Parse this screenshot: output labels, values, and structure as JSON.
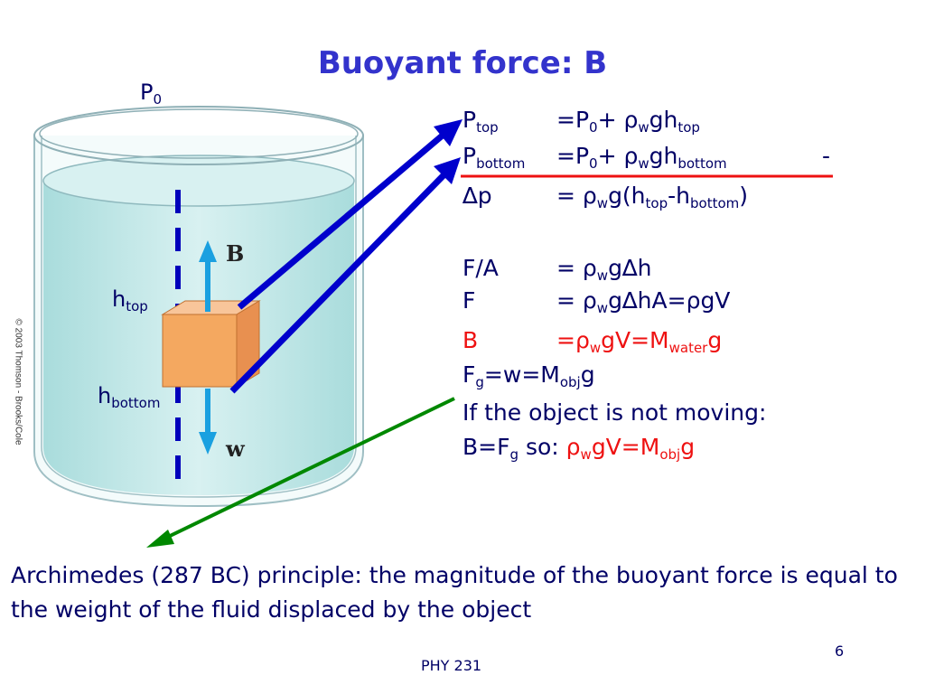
{
  "title": "Buoyant force: B",
  "figure": {
    "p0_label": "P",
    "p0_sub": "0",
    "htop_label": "h",
    "htop_sub": "top",
    "hbottom_label": "h",
    "hbottom_sub": "bottom",
    "b_label": "B",
    "w_label": "w",
    "copyright": "© 2003 Thomson - Brooks/Cole"
  },
  "equations": {
    "l1": {
      "lhs": "P",
      "lhs_sub": "top",
      "a": "=P",
      "a_sub": "0",
      "b": "+ ",
      "rho": "ρ",
      "w": "w",
      "c": "gh",
      "c_sub": "top"
    },
    "l2": {
      "lhs": "P",
      "lhs_sub": "bottom",
      "a": "=P",
      "a_sub": "0",
      "b": "+ ",
      "rho": "ρ",
      "w": "w",
      "c": "gh",
      "c_sub": "bottom",
      "minus": "-"
    },
    "l3": {
      "lhs": "∆p",
      "a": "= ",
      "rho": "ρ",
      "w": "w",
      "b": "g(h",
      "top": "top",
      "dash": "-h",
      "bottom": "bottom",
      "close": ")"
    },
    "l4": {
      "lhs": "F/A",
      "a": "= ",
      "rho": "ρ",
      "w": "w",
      "b": "g∆h"
    },
    "l5": {
      "lhs": "F",
      "a": "= ",
      "rho": "ρ",
      "w": "w",
      "b": "g∆hA=",
      "rho2": "ρ",
      "c": "gV"
    },
    "l6": {
      "lhs": "B",
      "a": "=",
      "rho": "ρ",
      "w": "w",
      "b": "gV=M",
      "water": "water",
      "c": "g"
    },
    "l7": {
      "a": "F",
      "g": "g",
      "b": "=w=M",
      "obj": "obj",
      "c": "g"
    },
    "l8": {
      "text": "If the object is not moving:"
    },
    "l9": {
      "a": "B=F",
      "g": "g",
      "b": " so: ",
      "rho": "ρ",
      "w": "w",
      "c": "gV=M",
      "obj": "obj",
      "d": "g"
    }
  },
  "archimedes": "Archimedes (287 BC) principle: the magnitude of the buoyant force is equal to the weight of the fluid displaced by the object",
  "footer": "PHY 231",
  "page_number": "6",
  "colors": {
    "title": "#3333cc",
    "text": "#000066",
    "red": "#ee1111",
    "arrow_blue": "#0000cc",
    "arrow_green": "#008800",
    "water": "#bfe6e6",
    "block": "#f4a860"
  }
}
